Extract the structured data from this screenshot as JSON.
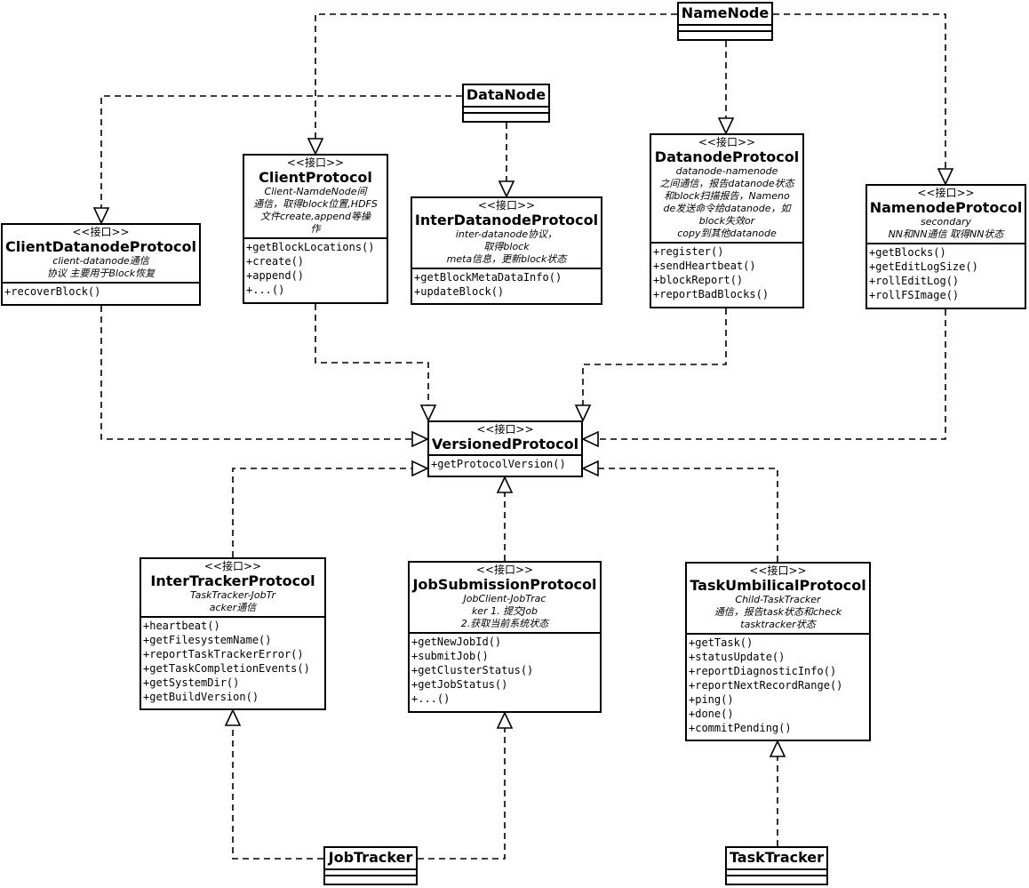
{
  "stereotype": "<<接口>>",
  "classes": {
    "namenode": {
      "name": "NameNode"
    },
    "datanode": {
      "name": "DataNode"
    },
    "jobtracker": {
      "name": "JobTracker"
    },
    "tasktracker": {
      "name": "TaskTracker"
    }
  },
  "interfaces": {
    "client_datanode": {
      "name": "ClientDatanodeProtocol",
      "note": "client-datanode通信\n协议 主要用于Block恢复",
      "methods": [
        "+recoverBlock()"
      ]
    },
    "client": {
      "name": "ClientProtocol",
      "note": "Client-NamdeNode间\n通信，取得block位置,HDFS\n文件create,append等操\n作",
      "methods": [
        "+getBlockLocations()",
        "+create()",
        "+append()",
        "+...()"
      ]
    },
    "inter_datanode": {
      "name": "InterDatanodeProtocol",
      "note": "inter-datanode协议，\n取得block\nmeta信息，更新block状态",
      "methods": [
        "+getBlockMetaDataInfo()",
        "+updateBlock()"
      ]
    },
    "datanode": {
      "name": "DatanodeProtocol",
      "note": "datanode-namenode\n之间通信，报告datanode状态\n和block扫描报告，Nameno\nde发送命令给datanode，如\nblock失效or\ncopy到其他datanode",
      "methods": [
        "+register()",
        "+sendHeartbeat()",
        "+blockReport()",
        "+reportBadBlocks()"
      ]
    },
    "namenode": {
      "name": "NamenodeProtocol",
      "note": "secondary\nNN和NN通信 取得NN状态",
      "methods": [
        "+getBlocks()",
        "+getEditLogSize()",
        "+rollEditLog()",
        "+rollFSImage()"
      ]
    },
    "versioned": {
      "name": "VersionedProtocol",
      "methods": [
        "+getProtocolVersion()"
      ]
    },
    "inter_tracker": {
      "name": "InterTrackerProtocol",
      "note": "TaskTracker-JobTr\nacker通信",
      "methods": [
        "+heartbeat()",
        "+getFilesystemName()",
        "+reportTaskTrackerError()",
        "+getTaskCompletionEvents()",
        "+getSystemDir()",
        "+getBuildVersion()"
      ]
    },
    "job_submission": {
      "name": "JobSubmissionProtocol",
      "note": "JobClient-JobTrac\nker  1. 提交Job\n2.获取当前系统状态",
      "methods": [
        "+getNewJobId()",
        "+submitJob()",
        "+getClusterStatus()",
        "+getJobStatus()",
        "+...()"
      ]
    },
    "task_umbilical": {
      "name": "TaskUmbilicalProtocol",
      "note": "Child-TaskTracker\n通信，报告task状态和check\ntasktracker状态",
      "methods": [
        "+getTask()",
        "+statusUpdate()",
        "+reportDiagnosticInfo()",
        "+reportNextRecordRange()",
        "+ping()",
        "+done()",
        "+commitPending()"
      ]
    }
  },
  "relations": [
    {
      "from": "namenode",
      "to": "client",
      "type": "realization"
    },
    {
      "from": "namenode",
      "to": "datanode",
      "type": "realization"
    },
    {
      "from": "namenode",
      "to": "namenode",
      "type": "realization"
    },
    {
      "from": "datanode",
      "to": "client_datanode",
      "type": "realization"
    },
    {
      "from": "datanode",
      "to": "inter_datanode",
      "type": "realization"
    },
    {
      "from": "client_datanode",
      "to": "versioned",
      "type": "realization"
    },
    {
      "from": "client",
      "to": "versioned",
      "type": "realization"
    },
    {
      "from": "datanode",
      "to": "versioned",
      "type": "realization"
    },
    {
      "from": "namenode",
      "to": "versioned",
      "type": "realization"
    },
    {
      "from": "inter_tracker",
      "to": "versioned",
      "type": "realization"
    },
    {
      "from": "job_submission",
      "to": "versioned",
      "type": "realization"
    },
    {
      "from": "task_umbilical",
      "to": "versioned",
      "type": "realization"
    },
    {
      "from": "jobtracker",
      "to": "inter_tracker",
      "type": "realization"
    },
    {
      "from": "jobtracker",
      "to": "job_submission",
      "type": "realization"
    },
    {
      "from": "tasktracker",
      "to": "task_umbilical",
      "type": "realization"
    }
  ]
}
